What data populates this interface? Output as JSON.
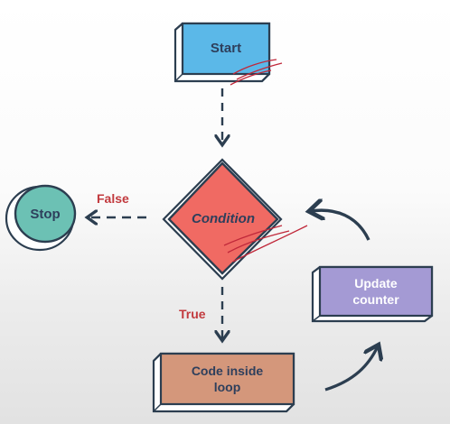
{
  "nodes": {
    "start": {
      "label": "Start",
      "color": "#5bb8e8"
    },
    "condition": {
      "label": "Condition",
      "color": "#f06a63"
    },
    "stop": {
      "label": "Stop",
      "color": "#6cc1b4"
    },
    "code": {
      "label": "Code inside loop",
      "line1": "Code inside",
      "line2": "loop",
      "color": "#d4977b"
    },
    "update": {
      "label": "Update counter",
      "line1": "Update",
      "line2": "counter",
      "color": "#a49ad4"
    }
  },
  "edges": {
    "false_label": "False",
    "true_label": "True",
    "label_color": "#c23a3e"
  },
  "colors": {
    "outline": "#2c3e50",
    "shade": "#ffffff",
    "hatch": "#c0283a"
  }
}
